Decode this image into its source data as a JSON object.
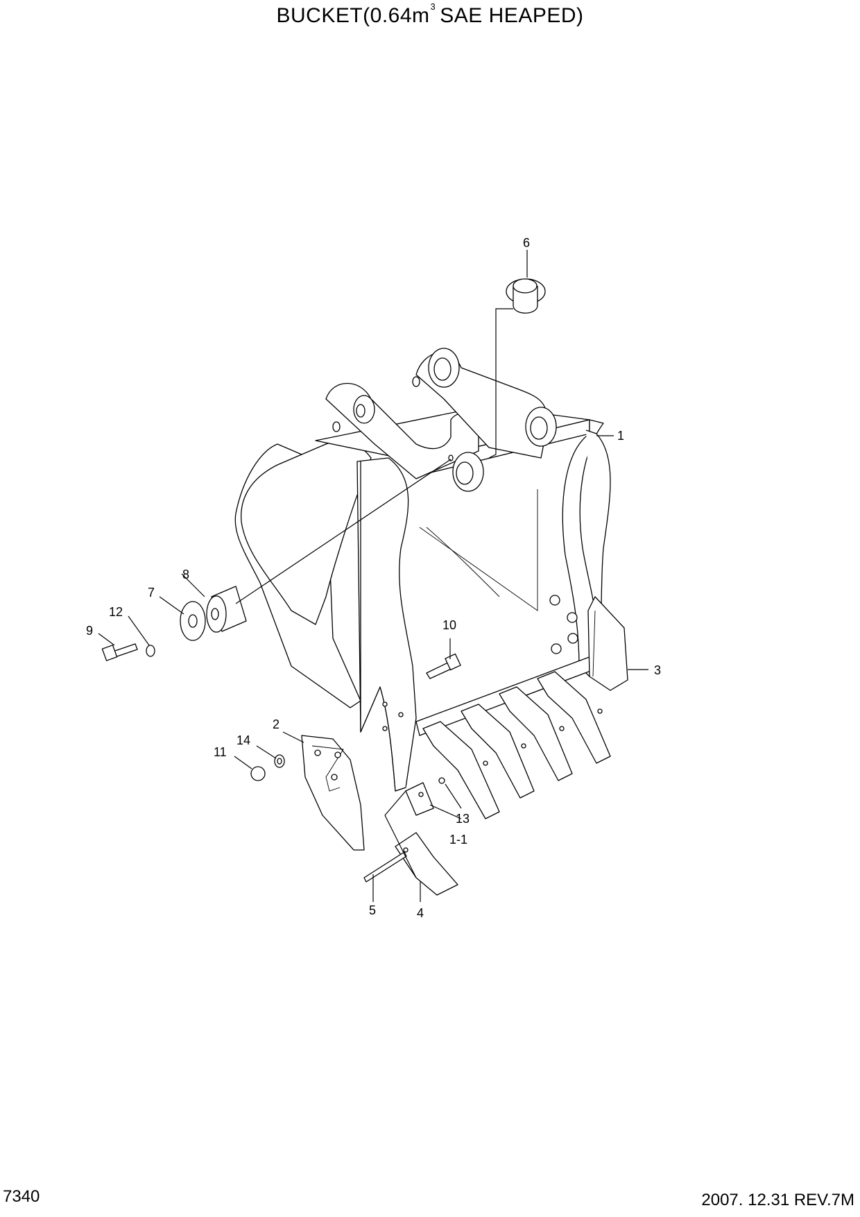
{
  "header": {
    "title_main": "BUCKET(0.64m",
    "title_sup": "3",
    "title_tail": "SAE HEAPED)"
  },
  "footer": {
    "page_code": "7340",
    "revision": "2007. 12.31  REV.7M"
  },
  "callouts": [
    "6",
    "1",
    "8",
    "7",
    "12",
    "9",
    "10",
    "3",
    "2",
    "14",
    "11",
    "13",
    "1-1",
    "5",
    "4"
  ]
}
